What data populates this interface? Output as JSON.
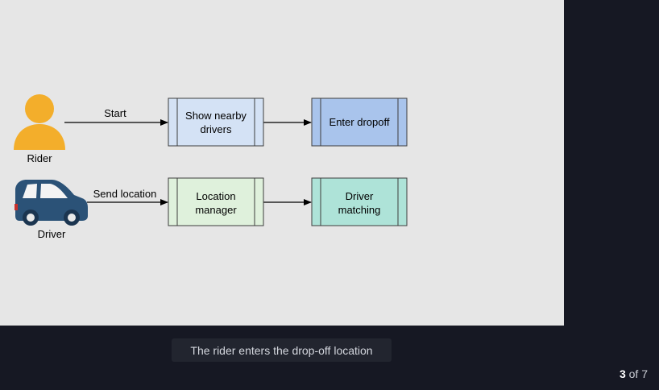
{
  "diagram": {
    "actors": {
      "rider": "Rider",
      "driver": "Driver"
    },
    "edges": {
      "start": "Start",
      "send_location": "Send location"
    },
    "nodes": {
      "show_nearby_1": "Show nearby",
      "show_nearby_2": "drivers",
      "enter_dropoff": "Enter dropoff",
      "location_manager_1": "Location",
      "location_manager_2": "manager",
      "driver_matching_1": "Driver",
      "driver_matching_2": "matching"
    },
    "colors": {
      "rider": "#f3ae2b",
      "car": "#2b5277",
      "show_nearby_fill": "#d4e2f5",
      "enter_dropoff_fill": "#a9c4ec",
      "location_manager_fill": "#dff1dc",
      "driver_matching_fill": "#aee3d8"
    }
  },
  "caption": "The rider enters the drop-off location",
  "pager": {
    "current": "3",
    "suffix": " of 7"
  }
}
